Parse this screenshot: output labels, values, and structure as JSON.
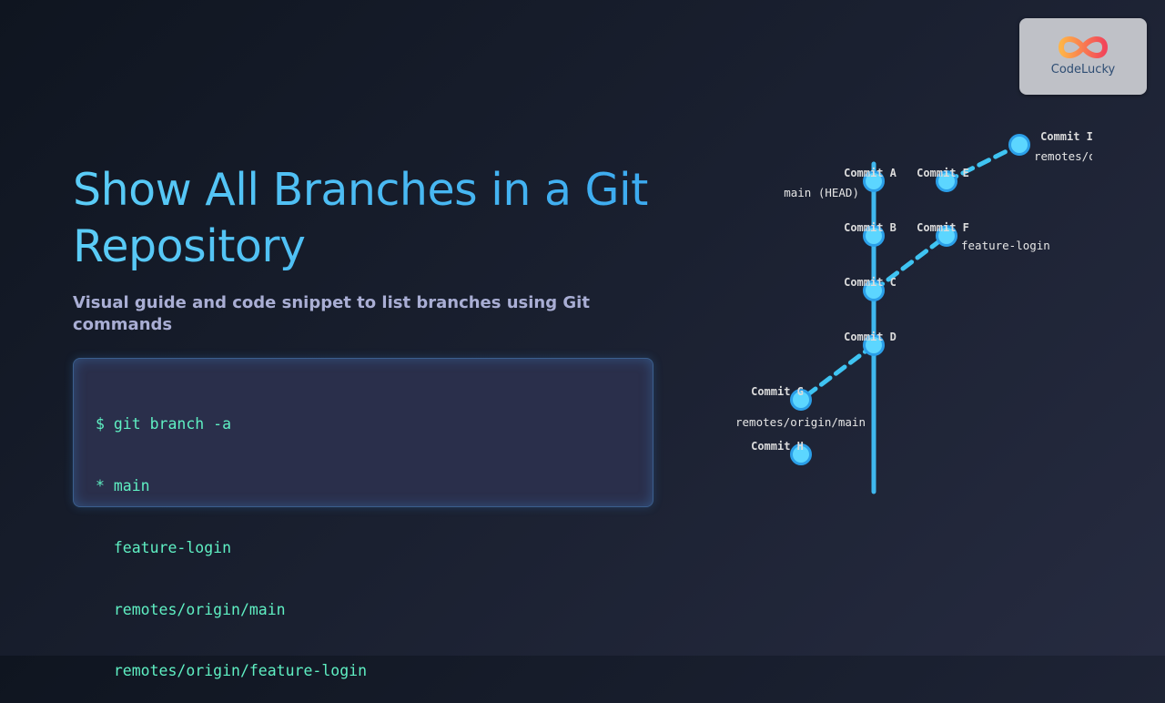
{
  "header": {
    "title": "Show All Branches in a Git Repository",
    "subtitle": "Visual guide and code snippet to list branches using Git commands"
  },
  "logo": {
    "text": "CodeLucky"
  },
  "code": {
    "lines": [
      "$ git branch -a",
      "* main",
      "  feature-login",
      "  remotes/origin/main",
      "  remotes/origin/feature-login"
    ]
  },
  "graph": {
    "commits": {
      "a": "Commit A",
      "b": "Commit B",
      "c": "Commit C",
      "d": "Commit D",
      "e": "Commit E",
      "f": "Commit F",
      "g": "Commit G",
      "h": "Commit H",
      "i": "Commit I"
    },
    "branches": {
      "main": "main (HEAD)",
      "feature": "feature-login",
      "origin_main": "remotes/origin/main",
      "origin_feature": "remotes/origin/feature-login"
    }
  },
  "colors": {
    "accent": "#4cc3f5",
    "code_text": "#5ff0c3",
    "node": "#5cd6ff"
  }
}
